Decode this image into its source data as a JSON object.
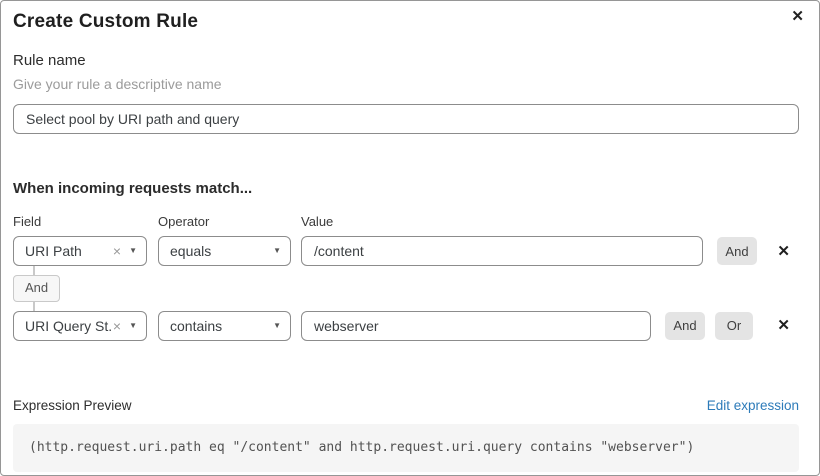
{
  "dialog": {
    "title": "Create Custom Rule"
  },
  "icons": {
    "close": "✕",
    "remove": "✕",
    "clear": "×",
    "chevron_down": "▼"
  },
  "rule_name": {
    "label": "Rule name",
    "helper": "Give your rule a descriptive name",
    "value": "Select pool by URI path and query"
  },
  "match_section": {
    "heading": "When incoming requests match...",
    "columns": {
      "field": "Field",
      "operator": "Operator",
      "value": "Value"
    },
    "rows": [
      {
        "field": "URI Path",
        "operator": "equals",
        "value": "/content",
        "buttons": {
          "and": "And"
        }
      },
      {
        "field": "URI Query St...",
        "operator": "contains",
        "value": "webserver",
        "buttons": {
          "and": "And",
          "or": "Or"
        }
      }
    ],
    "joiner": "And"
  },
  "expression": {
    "label": "Expression Preview",
    "edit_link": "Edit expression",
    "code": "(http.request.uri.path eq \"/content\" and http.request.uri.query contains \"webserver\")"
  },
  "colors": {
    "link_blue": "#2d7bb9",
    "button_gray": "#e4e4e4",
    "code_background": "#f5f5f5",
    "border_gray": "#8c8c8c"
  }
}
